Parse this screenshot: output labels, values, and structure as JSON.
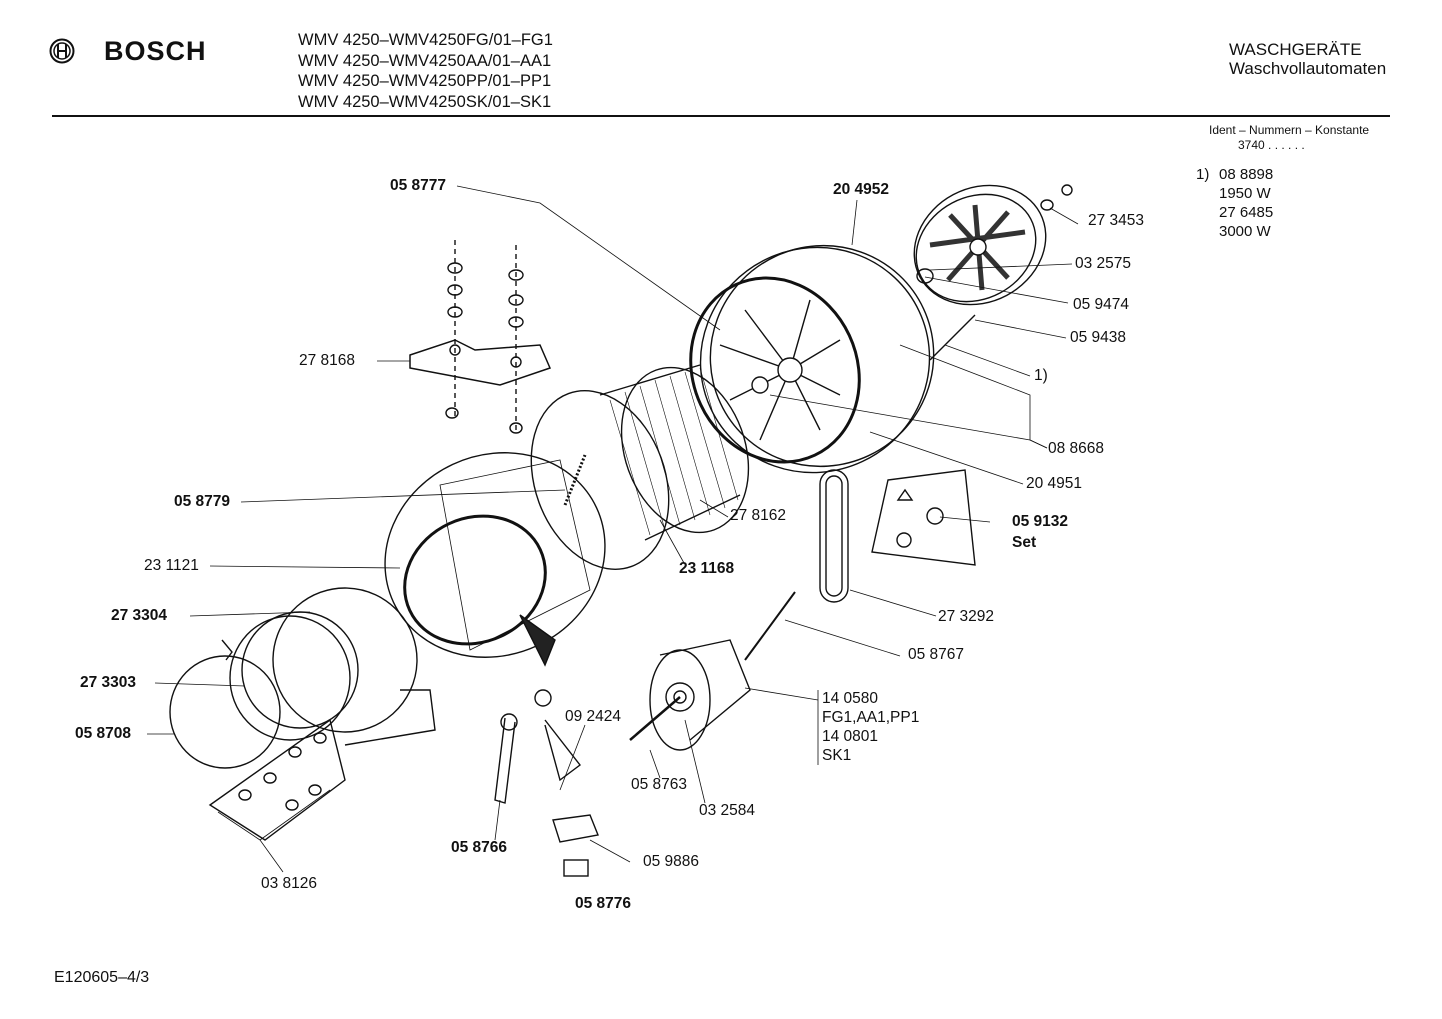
{
  "header": {
    "brand": "BOSCH",
    "models": [
      "WMV 4250–WMV4250FG/01–FG1",
      "WMV 4250–WMV4250AA/01–AA1",
      "WMV 4250–WMV4250PP/01–PP1",
      "WMV 4250–WMV4250SK/01–SK1"
    ],
    "category": "WASCHGERÄTE",
    "subcategory": "Waschvollautomaten"
  },
  "ident": {
    "title": "Ident – Nummern – Konstante",
    "value": "3740  .  .  .  .  .  ."
  },
  "notes": {
    "marker": "1)",
    "lines": [
      "08 8898",
      "1950 W",
      "27 6485",
      "3000 W"
    ]
  },
  "parts": {
    "p058777": "05 8777",
    "p204952": "20 4952",
    "p273453": "27 3453",
    "p032575": "03 2575",
    "p059474": "05 9474",
    "p059438": "05 9438",
    "pnote1": "1)",
    "p278168": "27 8168",
    "p088668": "08 8668",
    "p204951": "20 4951",
    "p058779": "05 8779",
    "p278162": "27 8162",
    "p059132": "05 9132",
    "pset": "Set",
    "p231121": "23 1121",
    "p231168": "23 1168",
    "p273292": "27 3292",
    "p273304": "27 3304",
    "p058767": "05 8767",
    "p273303": "27 3303",
    "p140580": "14 0580",
    "pfg1": "FG1,AA1,PP1",
    "p140801": "14 0801",
    "psk1": "SK1",
    "p058708": "05 8708",
    "p092424": "09 2424",
    "p058763": "05 8763",
    "p032584": "03 2584",
    "p058766": "05 8766",
    "p059886": "05 9886",
    "p038126": "03 8126",
    "p058776": "05 8776"
  },
  "footer": "E120605–4/3"
}
